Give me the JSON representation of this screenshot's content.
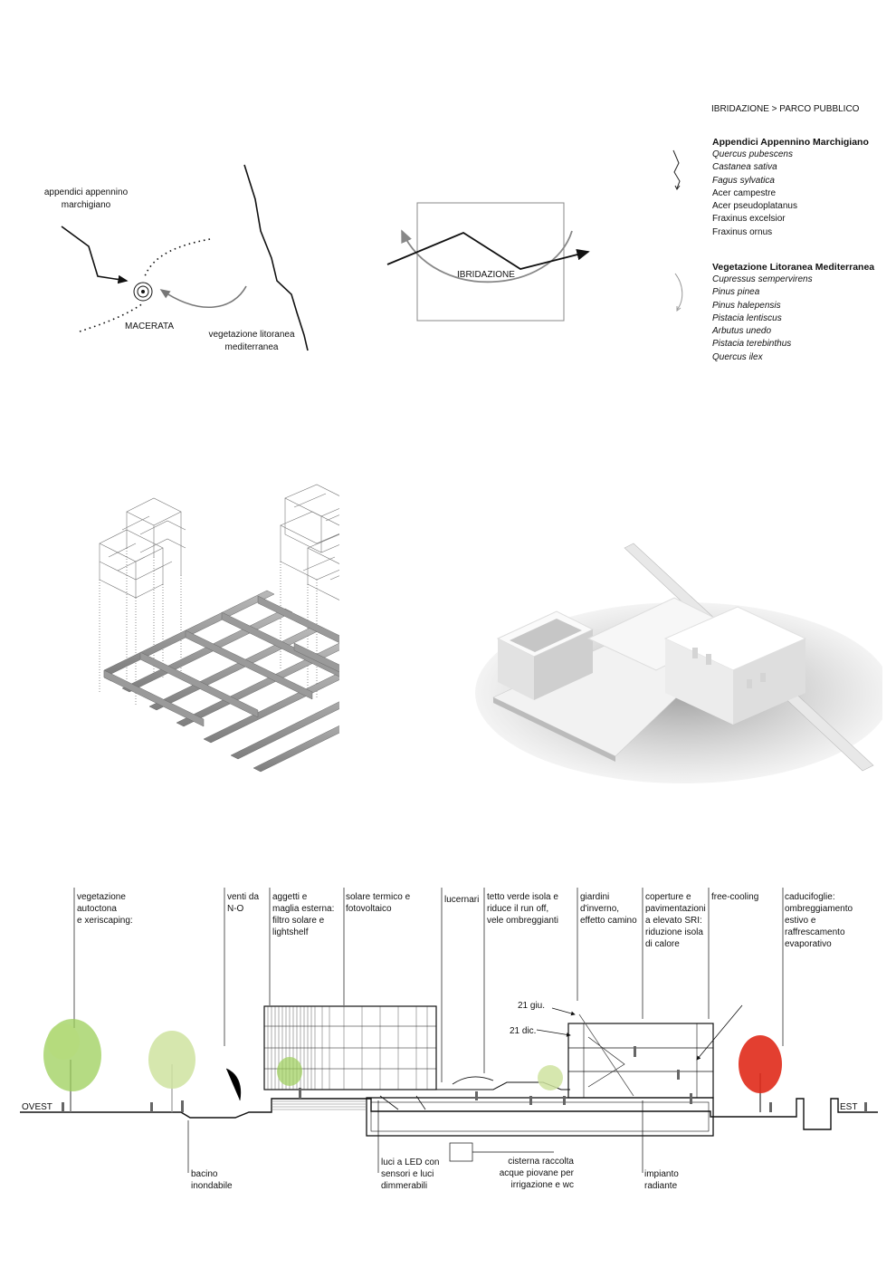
{
  "header": {
    "title": "IBRIDAZIONE  >  PARCO PUBBLICO"
  },
  "diagram1": {
    "label_appennino": [
      "appendici appennino",
      "marchigiano"
    ],
    "label_macerata": "MACERATA",
    "label_litoranea": [
      "vegetazione litoranea",
      "mediterranea"
    ]
  },
  "diagram2": {
    "label": "IBRIDAZIONE"
  },
  "legend": {
    "group1": {
      "title": "Appendici Appennino Marchigiano",
      "items": [
        {
          "name": "Quercus pubescens",
          "italic": true
        },
        {
          "name": "Castanea sativa",
          "italic": true
        },
        {
          "name": "Fagus sylvatica",
          "italic": true
        },
        {
          "name": "Acer campestre",
          "italic": false
        },
        {
          "name": "Acer pseudoplatanus",
          "italic": false
        },
        {
          "name": "Fraxinus excelsior",
          "italic": false
        },
        {
          "name": "Fraxinus ornus",
          "italic": false
        }
      ]
    },
    "group2": {
      "title": "Vegetazione Litoranea Mediterranea",
      "items": [
        {
          "name": "Cupressus sempervirens",
          "italic": true
        },
        {
          "name": "Pinus pinea",
          "italic": true
        },
        {
          "name": "Pinus halepensis",
          "italic": true
        },
        {
          "name": "Pistacia lentiscus",
          "italic": true
        },
        {
          "name": "Arbutus unedo",
          "italic": true
        },
        {
          "name": "Pistacia terebinthus",
          "italic": true
        },
        {
          "name": "Quercus ilex",
          "italic": true
        }
      ]
    }
  },
  "section": {
    "west": "OVEST",
    "east": "EST",
    "sun_summer": "21 giu.",
    "sun_winter": "21 dic.",
    "top_annotations": [
      {
        "id": "vegetazione",
        "lines": [
          "vegetazione",
          "autoctona",
          "e xeriscaping:"
        ]
      },
      {
        "id": "venti",
        "lines": [
          "venti da",
          "N-O"
        ]
      },
      {
        "id": "aggetti",
        "lines": [
          "aggetti e",
          "maglia esterna:",
          "filtro solare e",
          "lightshelf"
        ]
      },
      {
        "id": "solare",
        "lines": [
          "solare termico e",
          "fotovoltaico"
        ]
      },
      {
        "id": "lucernari",
        "lines": [
          "lucernari"
        ]
      },
      {
        "id": "tetto",
        "lines": [
          "tetto verde isola e",
          "riduce il run off,",
          "vele ombreggianti"
        ]
      },
      {
        "id": "giardini",
        "lines": [
          "giardini",
          "d'inverno,",
          "effetto camino"
        ]
      },
      {
        "id": "coperture",
        "lines": [
          "coperture e",
          "pavimentazioni",
          "a elevato SRI:",
          "riduzione isola",
          "di calore"
        ]
      },
      {
        "id": "freecooling",
        "lines": [
          "free-cooling"
        ]
      },
      {
        "id": "caducifoglie",
        "lines": [
          "caducifoglie:",
          "ombreggiamento",
          "estivo e",
          "raffrescamento",
          "evaporativo"
        ]
      }
    ],
    "bottom_annotations": [
      {
        "id": "bacino",
        "lines": [
          "bacino",
          "inondabile"
        ]
      },
      {
        "id": "luci",
        "lines": [
          "luci a LED con",
          "sensori e luci",
          "dimmerabili"
        ]
      },
      {
        "id": "cisterna",
        "lines": [
          "cisterna raccolta",
          "acque piovane per",
          "irrigazione e wc"
        ]
      },
      {
        "id": "impianto",
        "lines": [
          "impianto",
          "radiante"
        ]
      }
    ]
  },
  "colors": {
    "tree_green": "#9ccf5a",
    "tree_pale": "#cfe3a0",
    "tree_red": "#e02a1a",
    "massing_grey": "#8a8a8a",
    "line": "#111111"
  }
}
